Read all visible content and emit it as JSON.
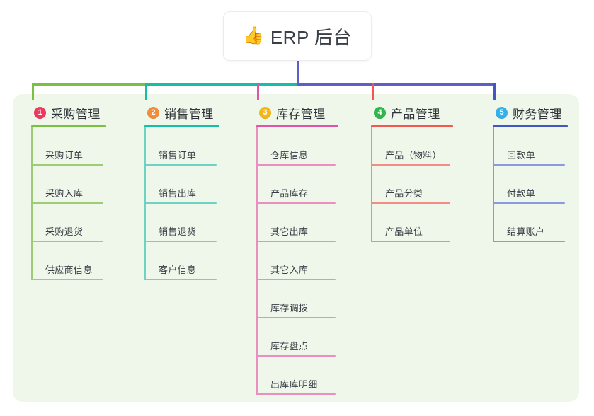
{
  "root": {
    "emoji": "👍",
    "emoji_name": "thumbs-up-icon",
    "title": "ERP 后台"
  },
  "theme": {
    "panel_bg": "#eef7e9",
    "page_bg": "#ffffff",
    "root_stem": "#5b5fc7",
    "bus_left": "#7ac043",
    "bus_mid": "#14bfa6",
    "bus_right": "#5b5fc7"
  },
  "columns": [
    {
      "index": "1",
      "title": "采购管理",
      "badge_color": "#ec3a5e",
      "rule_color": "#7ac043",
      "line_color": "#9ccc73",
      "drop_color": "#7ac043",
      "items": [
        "采购订单",
        "采购入库",
        "采购退货",
        "供应商信息"
      ]
    },
    {
      "index": "2",
      "title": "销售管理",
      "badge_color": "#f18d3b",
      "rule_color": "#14bfa6",
      "line_color": "#6ed3c4",
      "drop_color": "#14bfa6",
      "items": [
        "销售订单",
        "销售出库",
        "销售退货",
        "客户信息"
      ]
    },
    {
      "index": "3",
      "title": "库存管理",
      "badge_color": "#f5b617",
      "rule_color": "#e254a8",
      "line_color": "#eb8ec2",
      "drop_color": "#e254a8",
      "items": [
        "仓库信息",
        "产品库存",
        "其它出库",
        "其它入库",
        "库存调拨",
        "库存盘点",
        "出库库明细"
      ]
    },
    {
      "index": "4",
      "title": "产品管理",
      "badge_color": "#2eb84c",
      "rule_color": "#f2584f",
      "line_color": "#f08e86",
      "drop_color": "#f2584f",
      "items": [
        "产品（物料）",
        "产品分类",
        "产品单位"
      ]
    },
    {
      "index": "5",
      "title": "财务管理",
      "badge_color": "#35b0e8",
      "rule_color": "#4357c4",
      "line_color": "#8a9adc",
      "drop_color": "#4357c4",
      "items": [
        "回款单",
        "付款单",
        "结算账户"
      ]
    }
  ]
}
